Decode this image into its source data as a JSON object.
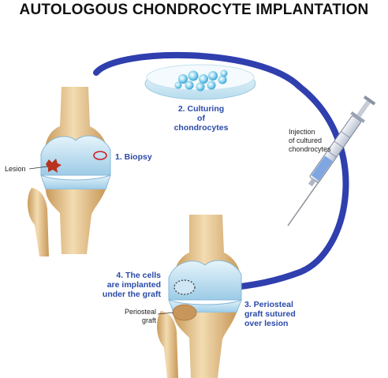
{
  "title": "AUTOLOGOUS CHONDROCYTE IMPLANTATION",
  "labels": {
    "biopsy": "1. Biopsy",
    "lesion": "Lesion",
    "culturing_line1": "2. Culturing",
    "culturing_line2": "of chondrocytes",
    "injection_line1": "Injection",
    "injection_line2": "of cultured",
    "injection_line3": "chondrocytes",
    "periosteal_step_line1": "3. Periosteal",
    "periosteal_step_line2": "graft sutured",
    "periosteal_step_line3": "over lesion",
    "implanted_line1": "4. The cells",
    "implanted_line2": "are implanted",
    "implanted_line3": "under the graft",
    "graft_line1": "Periosteal",
    "graft_line2": "graft"
  },
  "colors": {
    "cycle_arrow": "#2f3fae",
    "step_label": "#2a4aa8",
    "bone": "#e9cfa1",
    "cartilage": "#bfe0f2",
    "lesion": "#b8321e"
  }
}
